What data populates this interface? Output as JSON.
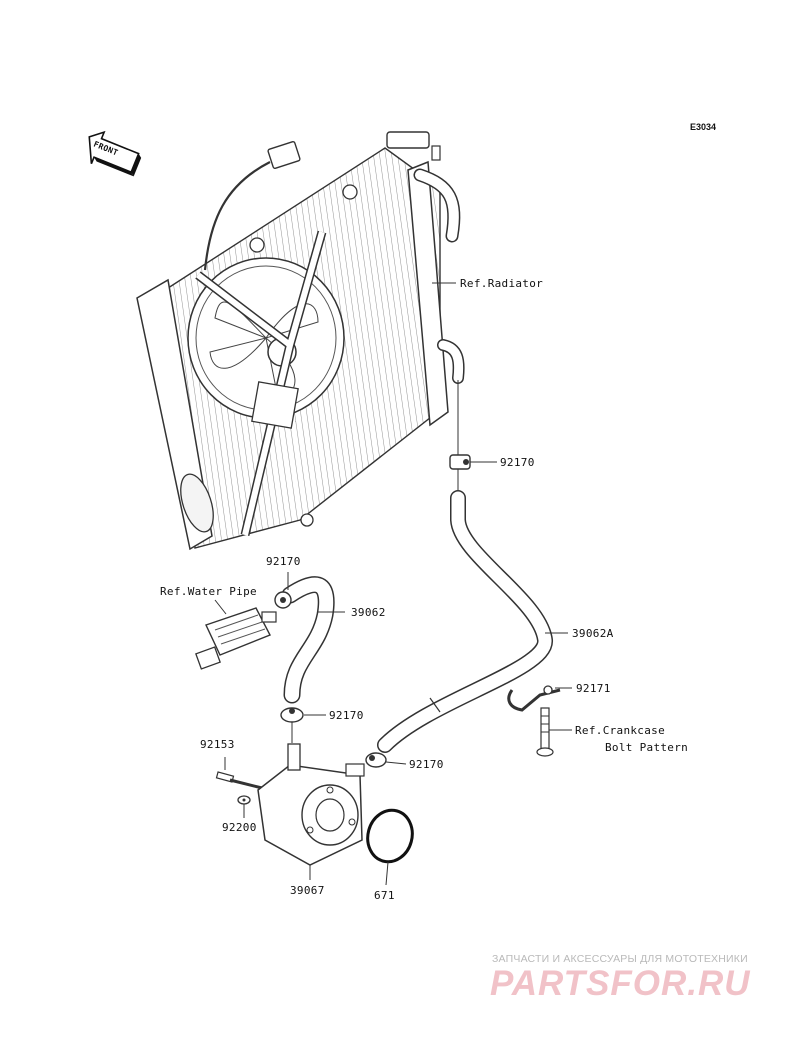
{
  "diagram_code": "E3034",
  "front_arrow_label": "FRONT",
  "labels": {
    "ref_radiator": "Ref.Radiator",
    "clamp_upper_right": "92170",
    "clamp_upper_left": "92170",
    "ref_water_pipe": "Ref.Water Pipe",
    "hose_short": "39062",
    "hose_long": "39062A",
    "clamp_mid": "92170",
    "clamp_lower_right": "92170",
    "bracket": "92171",
    "ref_crankcase_line1": "Ref.Crankcase",
    "ref_crankcase_line2": "Bolt Pattern",
    "bolt": "92153",
    "washer": "92200",
    "oil_cooler": "39067",
    "o_ring": "671"
  },
  "watermark": {
    "tagline": "ЗАПЧАСТИ И АКСЕССУАРЫ ДЛЯ МОТОТЕХНИКИ",
    "brand": "PARTSFOR.RU"
  }
}
